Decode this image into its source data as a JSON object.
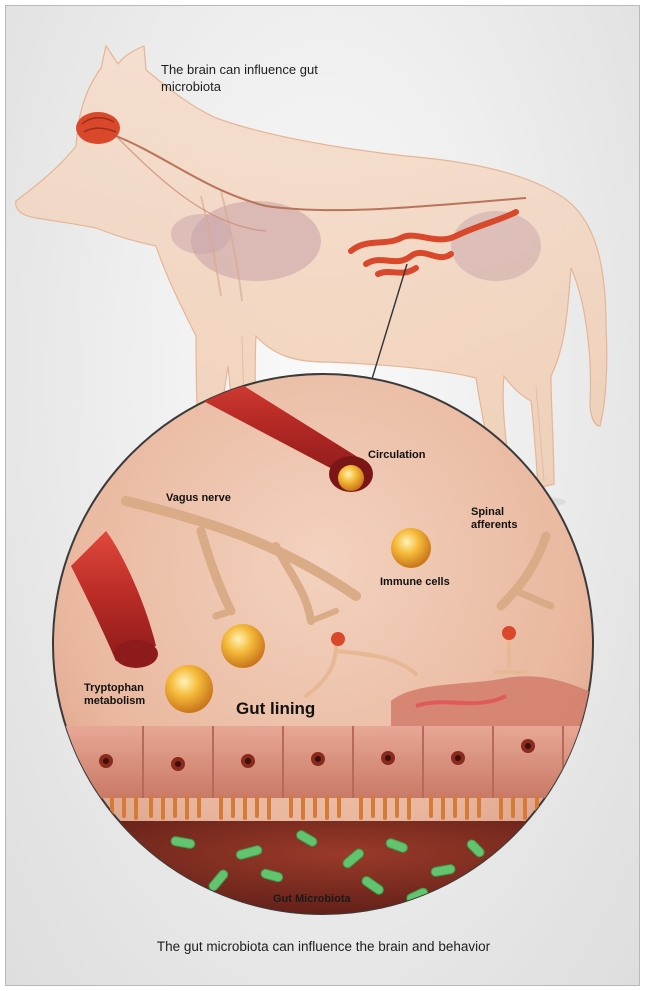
{
  "captions": {
    "top": "The brain can influence gut microbiota",
    "bottom": "The gut microbiota can influence the brain and behavior"
  },
  "labels": {
    "circulation": "Circulation",
    "vagus_nerve": "Vagus nerve",
    "spinal_afferents": "Spinal afferents",
    "immune_cells": "Immune cells",
    "tryptophan_metabolism": "Tryptophan metabolism",
    "gut_lining": "Gut lining",
    "gut_microbiota": "Gut Microbiota"
  },
  "colors": {
    "dog_body": "#f0cdb0",
    "organ_red": "#d9482a",
    "tissue_pink": "#e3a78e",
    "blood_vessel": "#c5352d",
    "nerve": "#d8a77e",
    "immune_cell": "#f2a52a",
    "microbiota_green": "#5fbf6a"
  }
}
